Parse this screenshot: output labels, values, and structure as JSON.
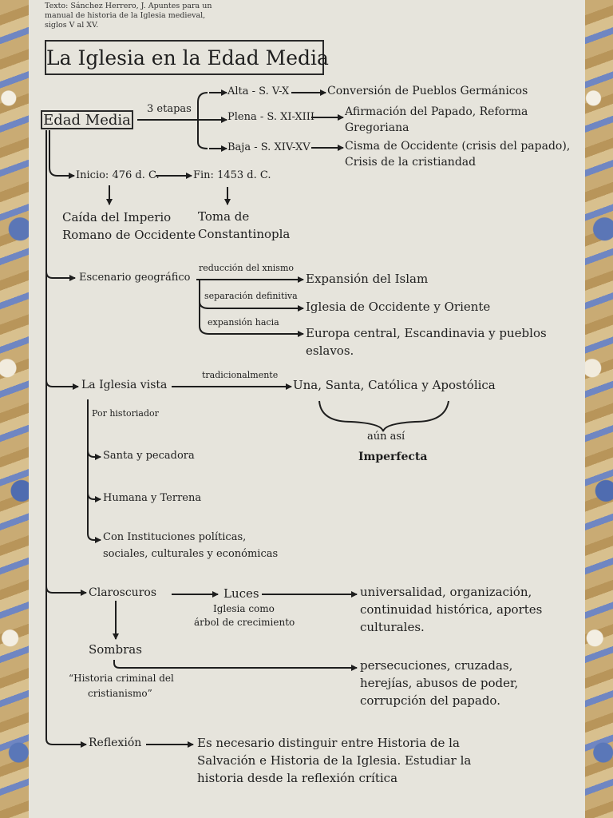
{
  "source": "Texto: Sánchez Herrero, J. Apuntes para un manual de historia de la Iglesia medieval, siglos V al XV.",
  "title": "La Iglesia en la Edad Media",
  "root": "Edad Media",
  "etapas": {
    "label": "3 etapas",
    "alta": {
      "name": "Alta - S. V-X",
      "desc": "Conversión de Pueblos Germánicos"
    },
    "plena": {
      "name": "Plena - S. XI-XIII",
      "desc_1": "Afirmación del Papado, Reforma",
      "desc_2": "Gregoriana"
    },
    "baja": {
      "name": "Baja - S. XIV-XV",
      "desc_1": "Cisma de Occidente (crisis del papado),",
      "desc_2": "Crisis de la cristiandad"
    }
  },
  "inicio": {
    "label": "Inicio: 476 d. C.",
    "desc_1": "Caída del Imperio",
    "desc_2": "Romano de Occidente"
  },
  "fin": {
    "label": "Fin: 1453 d. C.",
    "desc_1": "Toma de",
    "desc_2": "Constantinopla"
  },
  "escenario": {
    "label": "Escenario geográfico",
    "b1_edge": "reducción del xnismo",
    "b1": "Expansión del Islam",
    "b2_edge": "separación definitiva",
    "b2": "Iglesia de Occidente y Oriente",
    "b3_edge": "expansión hacia",
    "b3_1": "Europa central, Escandinavia y pueblos",
    "b3_2": "eslavos."
  },
  "vista": {
    "label": "La Iglesia vista",
    "edge": "tradicionalmente",
    "target": "Una, Santa, Católica y Apostólica",
    "aun": "aún así",
    "imperfecta": "Imperfecta",
    "por_historiador": "Por historiador",
    "h1": "Santa y pecadora",
    "h2": "Humana y Terrena",
    "h3_1": "Con Instituciones políticas,",
    "h3_2": "sociales, culturales y económicas"
  },
  "claro": {
    "label": "Claroscuros",
    "luces": "Luces",
    "luces_note_1": "Iglesia como",
    "luces_note_2": "árbol de crecimiento",
    "luces_desc_1": "universalidad, organización,",
    "luces_desc_2": "continuidad histórica, aportes",
    "luces_desc_3": "culturales.",
    "sombras": "Sombras",
    "sombras_note_1": "“Historia criminal del",
    "sombras_note_2": "cristianismo”",
    "sombras_desc_1": "persecuciones, cruzadas,",
    "sombras_desc_2": "herejías, abusos de poder,",
    "sombras_desc_3": "corrupción del papado."
  },
  "reflexion": {
    "label": "Reflexión",
    "desc_1": "Es necesario distinguir entre Historia de la",
    "desc_2": "Salvación e Historia de la Iglesia. Estudiar la",
    "desc_3": "historia desde la reflexión crítica"
  }
}
